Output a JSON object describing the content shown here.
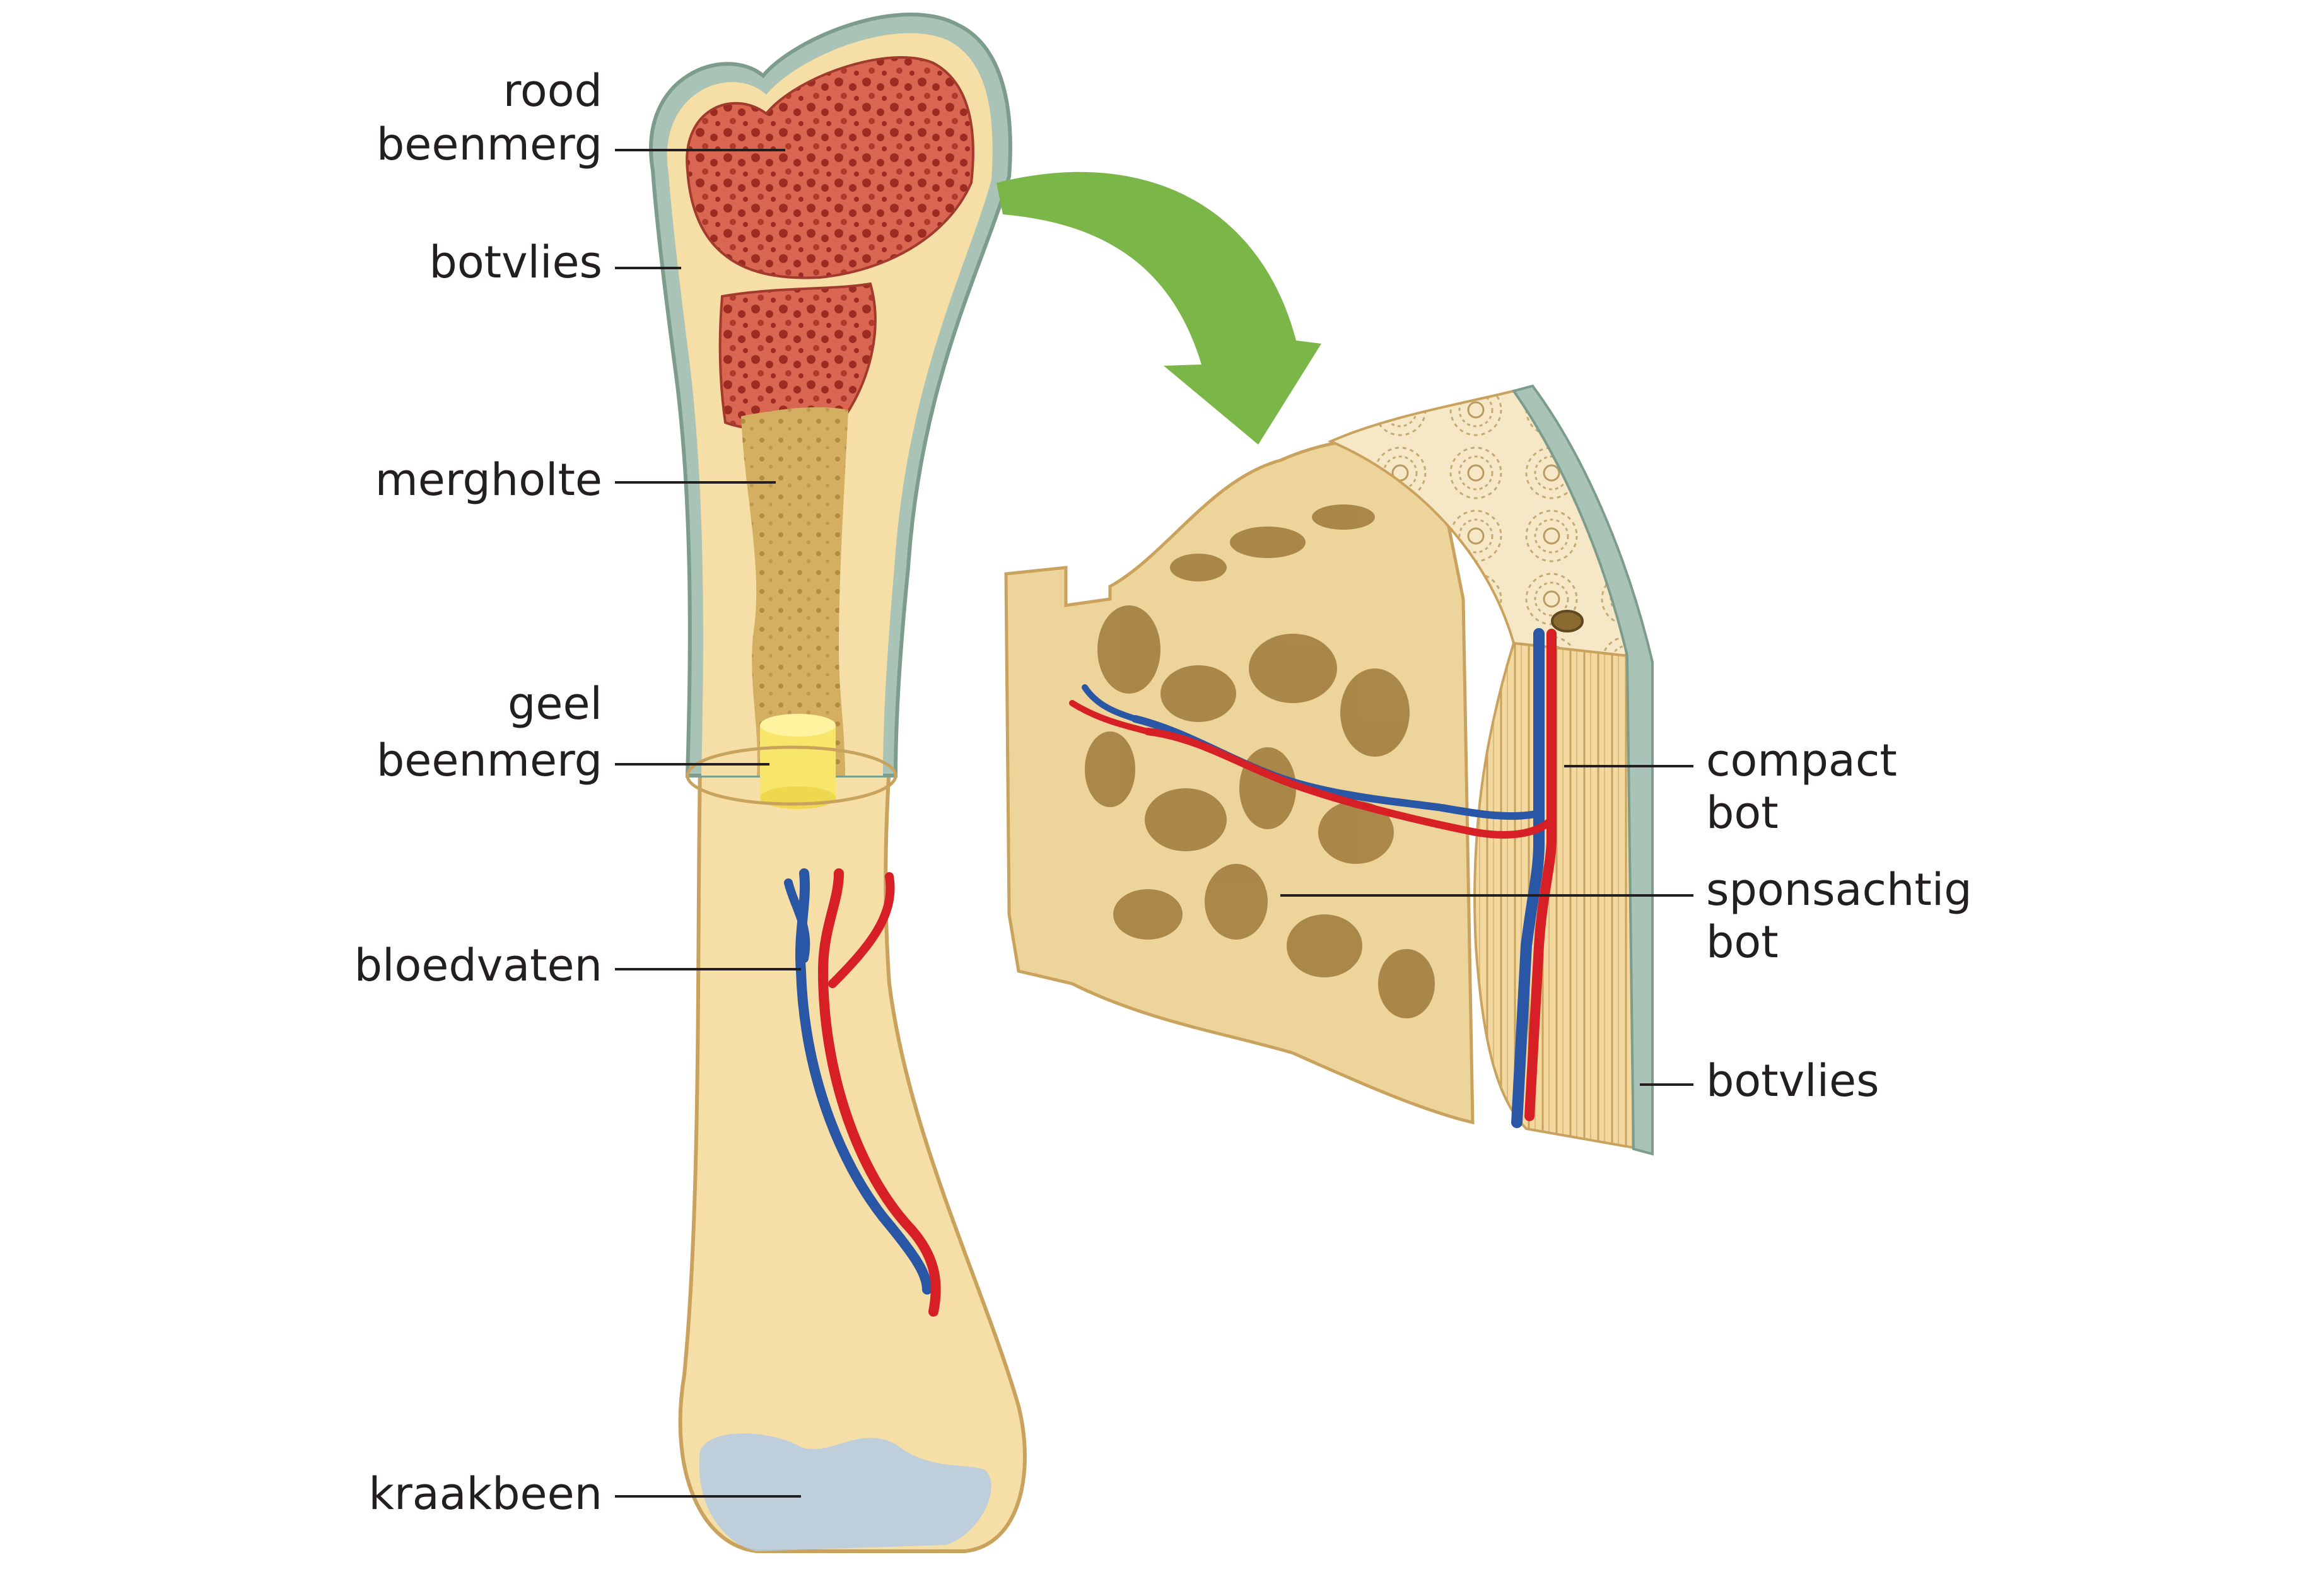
{
  "labels": {
    "rood_beenmerg": [
      "rood",
      "beenmerg"
    ],
    "botvlies_left": "botvlies",
    "mergholte": "mergholte",
    "geel_beenmerg": [
      "geel",
      "beenmerg"
    ],
    "bloedvaten": "bloedvaten",
    "kraakbeen": "kraakbeen",
    "compact_bot": [
      "compact",
      "bot"
    ],
    "sponsachtig_bot": [
      "sponsachtig",
      "bot"
    ],
    "botvlies_right": "botvlies"
  },
  "colors": {
    "bone": "#f6dfa6",
    "bone_edge": "#c9a25e",
    "periosteum": "#a9c4b6",
    "red_marrow": "#c0453a",
    "marrow_cavity": "#d2ad60",
    "yellow_marrow": "#f7e66a",
    "cartilage": "#b4cbe3",
    "artery": "#d71f26",
    "vein": "#2a56a6",
    "arrow": "#7ab648",
    "label_line": "#231f20"
  }
}
